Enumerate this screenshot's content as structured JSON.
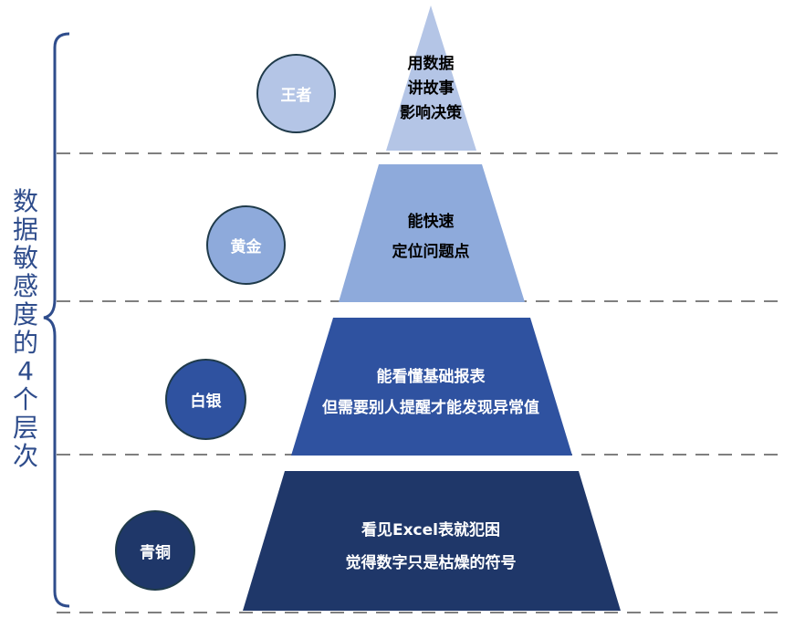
{
  "side_title": [
    "数",
    "据",
    "敏",
    "感",
    "度",
    "的",
    "4",
    "个",
    "层",
    "次"
  ],
  "tiers": [
    {
      "badge": "王者",
      "lines": [
        "用数据",
        "讲故事",
        "影响决策"
      ],
      "fill": "#b4c5e6",
      "text_color": "#000000",
      "badge_fill": "#b4c5e6",
      "badge_text": "#ffffff"
    },
    {
      "badge": "黄金",
      "lines": [
        "能快速",
        "定位问题点"
      ],
      "fill": "#8eaadb",
      "text_color": "#000000",
      "badge_fill": "#8eaadb",
      "badge_text": "#ffffff"
    },
    {
      "badge": "白银",
      "lines": [
        "能看懂基础报表",
        "但需要别人提醒才能发现异常值"
      ],
      "fill": "#2f52a0",
      "text_color": "#ffffff",
      "badge_fill": "#2f52a0",
      "badge_text": "#ffffff"
    },
    {
      "badge": "青铜",
      "lines": [
        "看见Excel表就犯困",
        "觉得数字只是枯燥的符号"
      ],
      "fill": "#1f3769",
      "text_color": "#ffffff",
      "badge_fill": "#1f3769",
      "badge_text": "#ffffff"
    }
  ],
  "colors": {
    "brace": "#2f4d8c",
    "divider": "#555555"
  }
}
